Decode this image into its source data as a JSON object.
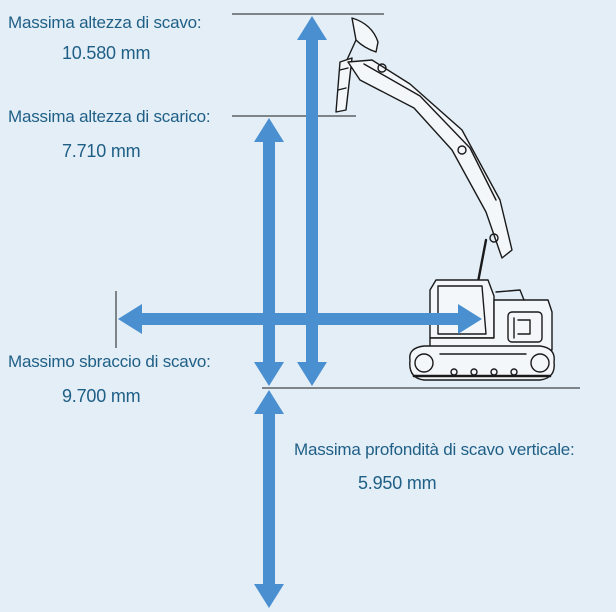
{
  "dimensions": [
    {
      "id": "dig-height",
      "label": "Massima altezza di scavo:",
      "value": "10.580 mm"
    },
    {
      "id": "dump-height",
      "label": "Massima altezza di scarico:",
      "value": "7.710 mm"
    },
    {
      "id": "dig-reach",
      "label": "Massimo sbraccio di scavo:",
      "value": "9.700 mm"
    },
    {
      "id": "vertical-dig-depth",
      "label": "Massima profondità di scavo verticale:",
      "value": "5.950 mm"
    }
  ],
  "colors": {
    "background": "#e3eef7",
    "arrow": "#4a8fd0",
    "text": "#1f5f86",
    "line": "#1a1a1a"
  }
}
